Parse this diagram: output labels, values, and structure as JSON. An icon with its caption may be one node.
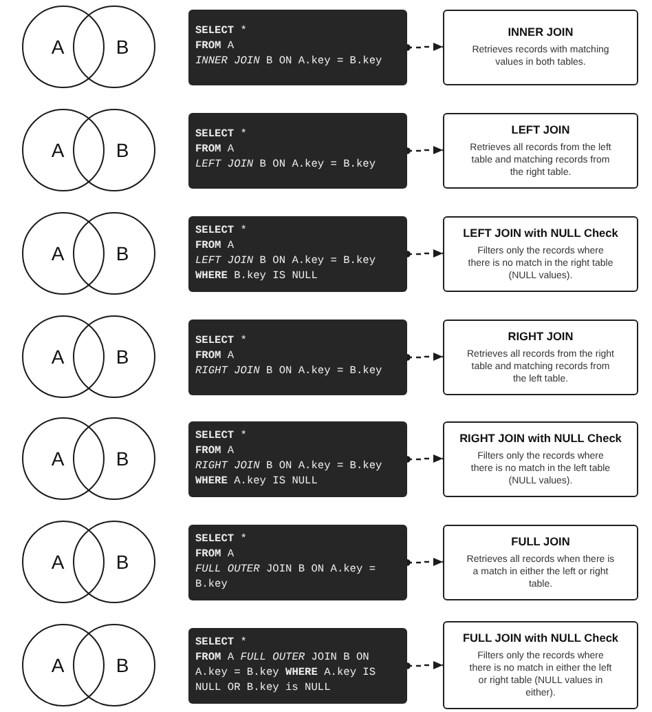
{
  "diagram": {
    "nodes": [
      {
        "text": [
          "A"
        ]
      },
      {
        "text": [
          "B"
        ]
      },
      {
        "text": [
          "**SELECT** *",
          "**FROM** A",
          "*INNER JOIN* B ON A.key = B.key"
        ]
      },
      {
        "text": [
          "INNER JOIN",
          "Retrieves records with matching values in both tables."
        ]
      },
      {
        "text": [
          "A"
        ]
      },
      {
        "text": [
          "B"
        ]
      },
      {
        "text": [
          "**SELECT** *",
          "**FROM** A",
          "*LEFT JOIN* B ON A.key = B.key"
        ]
      },
      {
        "text": [
          "LEFT JOIN",
          "Retrieves all records from the left table and matching records from the right table."
        ]
      },
      {
        "text": [
          "A"
        ]
      },
      {
        "text": [
          "B"
        ]
      },
      {
        "text": [
          "**SELECT** *",
          "**FROM** A",
          "*LEFT JOIN* B ON A.key = B.key",
          "**WHERE** B.key IS NULL"
        ]
      },
      {
        "text": [
          "LEFT JOIN with NULL Check",
          "Filters only the records where there is no match in the right table (NULL values)."
        ]
      },
      {
        "text": [
          "A"
        ]
      },
      {
        "text": [
          "B"
        ]
      },
      {
        "text": [
          "**SELECT** *",
          "**FROM** A",
          "*RIGHT JOIN* B ON A.key = B.key"
        ]
      },
      {
        "text": [
          "RIGHT JOIN",
          "Retrieves all records from the right table and matching records from the left table."
        ]
      },
      {
        "text": [
          "A"
        ]
      },
      {
        "text": [
          "B"
        ]
      },
      {
        "text": [
          "**SELECT** *",
          "**FROM** A",
          "*RIGHT JOIN* B ON A.key = B.key",
          "**WHERE** A.key IS NULL"
        ]
      },
      {
        "text": [
          "RIGHT JOIN with NULL Check",
          "Filters only the records where there is no match in the left table (NULL values)."
        ]
      },
      {
        "text": [
          "A"
        ]
      },
      {
        "text": [
          "B"
        ]
      },
      {
        "text": [
          "**SELECT** *",
          "**FROM** A",
          "*FULL OUTER* JOIN B ON A.key = B.key"
        ]
      },
      {
        "text": [
          "FULL JOIN",
          "Retrieves all records when there is a match in either the left or right table."
        ]
      },
      {
        "text": [
          "A"
        ]
      },
      {
        "text": [
          "B"
        ]
      },
      {
        "text": [
          "**SELECT** *",
          "**FROM** A *FULL OUTER* JOIN B ON A.key = B.key **WHERE** A.key IS NULL OR B.key is NULL"
        ]
      },
      {
        "text": [
          "FULL JOIN with NULL Check",
          "Filters only the records where there is no match in either the left or right table (NULL values in either)."
        ]
      }
    ],
    "edges": [
      {
        "from": 2,
        "to": 3,
        "arrow": "to",
        "style": "dashed"
      },
      {
        "from": 6,
        "to": 7,
        "arrow": "to",
        "style": "dashed"
      },
      {
        "from": 10,
        "to": 11,
        "arrow": "to",
        "style": "dashed"
      },
      {
        "from": 14,
        "to": 15,
        "arrow": "to",
        "style": "dashed"
      },
      {
        "from": 18,
        "to": 19,
        "arrow": "to",
        "style": "dashed"
      },
      {
        "from": 22,
        "to": 23,
        "arrow": "to",
        "style": "dashed"
      },
      {
        "from": 26,
        "to": 27,
        "arrow": "to",
        "style": "dashed"
      }
    ]
  }
}
